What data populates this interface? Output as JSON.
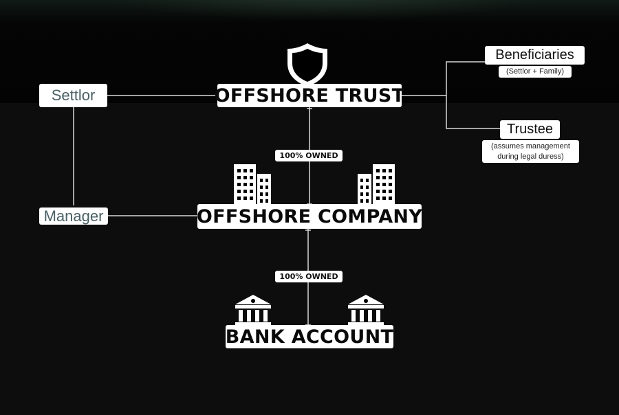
{
  "nodes": {
    "trust": "OFFSHORE TRUST",
    "company": "OFFSHORE COMPANY",
    "bank": "BANK ACCOUNT",
    "settlor": "Settlor",
    "manager": "Manager",
    "beneficiaries": "Beneficiaries",
    "beneficiaries_note": "(Settlor + Family)",
    "trustee": "Trustee",
    "trustee_note_line1": "(assumes management",
    "trustee_note_line2": "during legal duress)"
  },
  "edges": {
    "trust_to_company": "100% OWNED",
    "company_to_bank": "100% OWNED"
  },
  "icons": [
    "shield-icon",
    "office-building-icon",
    "office-building-icon",
    "bank-icon",
    "bank-icon"
  ],
  "colors": {
    "background": "#0d0d0d",
    "box": "#ffffff",
    "side_text": "#4a6166"
  }
}
